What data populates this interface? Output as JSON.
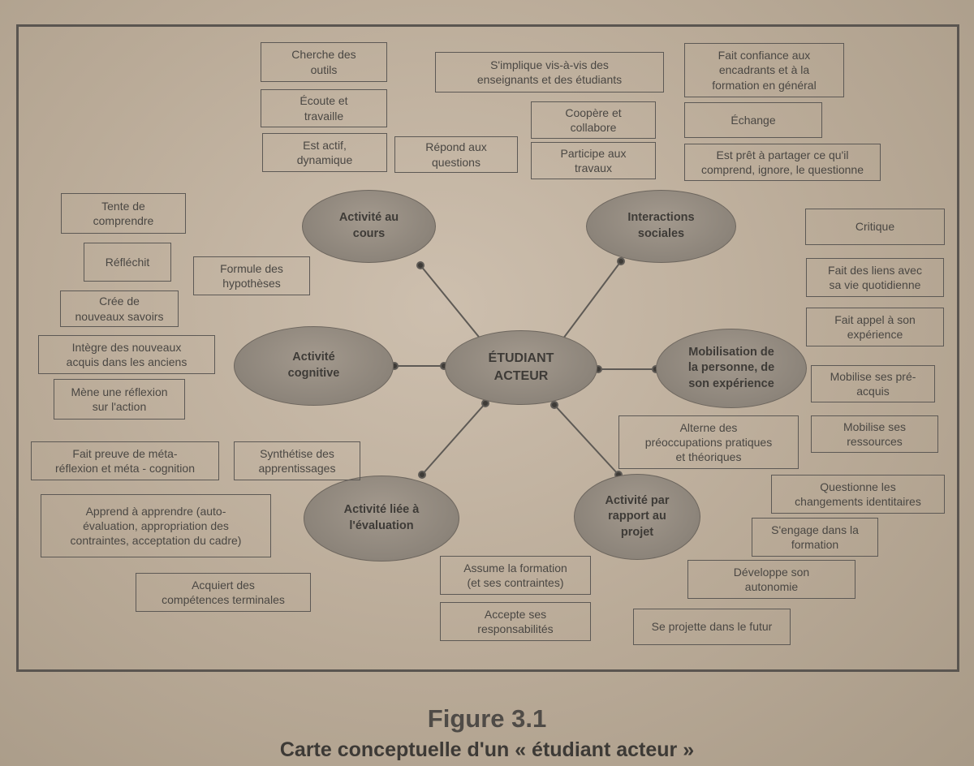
{
  "center": "ÉTUDIANT\nACTEUR",
  "hubs": {
    "cours": "Activité au\ncours",
    "interactions": "Interactions\nsociales",
    "cognitive": "Activité\ncognitive",
    "mobilisation": "Mobilisation de\nla personne, de\nson expérience",
    "evaluation": "Activité liée à\nl'évaluation",
    "projet": "Activité par\nrapport au\nprojet"
  },
  "boxes": {
    "cherche": "Cherche des\noutils",
    "ecoute": "Écoute et\ntravaille",
    "actif": "Est actif,\ndynamique",
    "repond": "Répond aux\nquestions",
    "implique": "S'implique vis-à-vis des\nenseignants et des étudiants",
    "coopere": "Coopère et\ncollabore",
    "participe": "Participe aux\ntravaux",
    "confiance": "Fait confiance aux\nencadrants et à la\nformation en général",
    "echange": "Échange",
    "partager": "Est prêt à partager ce qu'il\ncomprend, ignore, le questionne",
    "tente": "Tente de\ncomprendre",
    "reflechit": "Réfléchit",
    "formule": "Formule des\nhypothèses",
    "cree": "Crée de\nnouveaux savoirs",
    "integre": "Intègre des nouveaux\nacquis dans les anciens",
    "mene": "Mène une réflexion\nsur l'action",
    "critique": "Critique",
    "liens": "Fait des liens avec\nsa vie quotidienne",
    "appel": "Fait appel à son\nexpérience",
    "mobilise_pre": "Mobilise ses pré-\nacquis",
    "mobilise_res": "Mobilise ses\nressources",
    "alterne": "Alterne des\npréoccupations pratiques\net théoriques",
    "metareflexion": "Fait preuve de méta-\nréflexion et méta - cognition",
    "synthetise": "Synthétise des\napprentissages",
    "apprend": "Apprend à apprendre (auto-\névaluation, appropriation des\ncontraintes, acceptation du cadre)",
    "acquiert": "Acquiert des\ncompétences terminales",
    "questionne": "Questionne les\nchangements identitaires",
    "engage": "S'engage dans la\nformation",
    "developpe": "Développe son\nautonomie",
    "assume": "Assume la formation\n(et ses contraintes)",
    "accepte": "Accepte ses\nresponsabilités",
    "projette": "Se projette dans le futur"
  },
  "caption": {
    "number": "Figure 3.1",
    "title": "Carte conceptuelle d'un « étudiant acteur »"
  }
}
